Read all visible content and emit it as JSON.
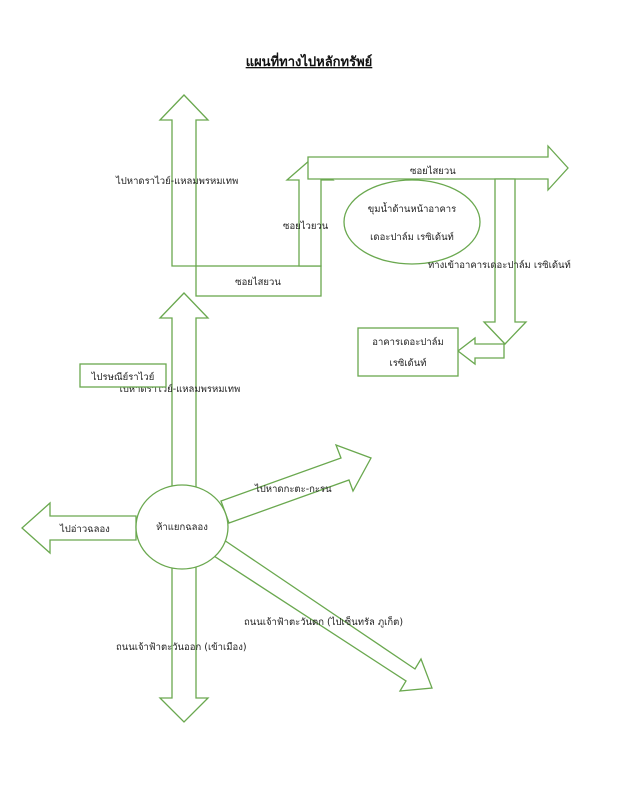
{
  "title": "แผนที่ทางไปหลักทรัพย์",
  "colors": {
    "stroke": "#6aa84f",
    "text": "#222222",
    "background": "#ffffff"
  },
  "labels": {
    "north_top": "ไปหาดราไวย์-แหลมพรหมเทพ",
    "north_lower": "ไปหาดราไวย์-แหลมพรหมเทพ",
    "soi_box": "ซอยไสยวน",
    "soi_up": "ซอยไวยวน",
    "soi_right": "ซอยไสยวน",
    "ellipse_line1": "ขุมน้ำด้านหน้าอาคาร",
    "ellipse_line2": "เดอะปาล์ม เรซิเด้นท์",
    "entrance": "ทางเข้าอาคารเดอะปาล์ม เรซิเด้นท์",
    "building_line1": "อาคารเดอะปาล์ม",
    "building_line2": "เรซิเด้นท์",
    "post_office": "ไปรษณีย์ราไวย์",
    "junction": "ห้าแยกฉลอง",
    "west": "ไปอ่าวฉลอง",
    "northeast": "ไปหาดกะตะ-กะรน",
    "southeast": "ถนนเจ้าฟ้าตะวันตก (ไปเซ็นทรัล ภูเก็ต)",
    "south": "ถนนเจ้าฟ้าตะวันออก (เข้าเมือง)"
  }
}
